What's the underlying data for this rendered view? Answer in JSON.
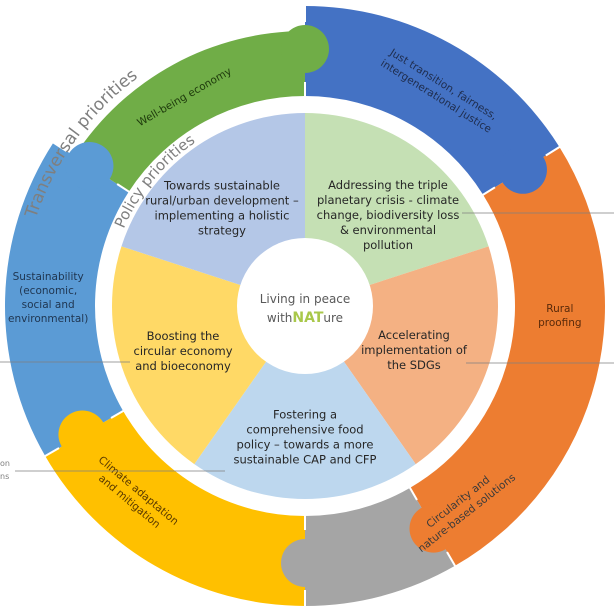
{
  "titles": {
    "outer": "Transversal priorities",
    "inner": "Policy priorities"
  },
  "center": {
    "line1": "Living in peace",
    "line2_prefix": "with",
    "line2_accent": "NAT",
    "line2_suffix": "ure",
    "accent_color": "#a9c84a"
  },
  "transversal_priorities": [
    {
      "id": "just-transition",
      "lines": [
        "Just transition, fairness,",
        "intergenerational justice"
      ],
      "color": "#4472c4",
      "text_color": "#1f2d4d"
    },
    {
      "id": "rural-proofing",
      "lines": [
        "Rural",
        "proofing"
      ],
      "color": "#ed7d31",
      "text_color": "#5a2a0a"
    },
    {
      "id": "circularity",
      "lines": [
        "Circularity and",
        "nature-based solutions"
      ],
      "color": "#a5a5a5",
      "text_color": "#3a3a3a"
    },
    {
      "id": "climate-adaptation",
      "lines": [
        "Climate adaptation",
        "and mitigation"
      ],
      "color": "#ffc000",
      "text_color": "#5a3a00"
    },
    {
      "id": "sustainability",
      "lines": [
        "Sustainability",
        "(economic,",
        "social and",
        "environmental)"
      ],
      "color": "#5b9bd5",
      "text_color": "#1f3550"
    },
    {
      "id": "well-being-economy",
      "lines": [
        "Well-being economy"
      ],
      "color": "#70ad47",
      "text_color": "#1e3a0c"
    }
  ],
  "policy_priorities": [
    {
      "id": "triple-planetary-crisis",
      "lines": [
        "Addressing the triple",
        "planetary crisis - climate",
        "change, biodiversity loss",
        "& environmental",
        "pollution"
      ],
      "color": "#c5e0b4"
    },
    {
      "id": "sdgs",
      "lines": [
        "Accelerating",
        "implementation of",
        "the SDGs"
      ],
      "color": "#f4b183"
    },
    {
      "id": "food-policy",
      "lines": [
        "Fostering a",
        "comprehensive food",
        "policy – towards a more",
        "sustainable CAP and CFP"
      ],
      "color": "#bdd7ee"
    },
    {
      "id": "circular-economy",
      "lines": [
        "Boosting the",
        "circular economy",
        "and bioeconomy"
      ],
      "color": "#ffd966"
    },
    {
      "id": "rural-urban-development",
      "lines": [
        "Towards sustainable",
        "rural/urban development –",
        "implementing a holistic",
        "strategy"
      ],
      "color": "#b4c7e7"
    }
  ],
  "cropped_side_text": {
    "left_lines": [
      "on",
      "ns"
    ]
  },
  "text_color_inner": "#262626"
}
